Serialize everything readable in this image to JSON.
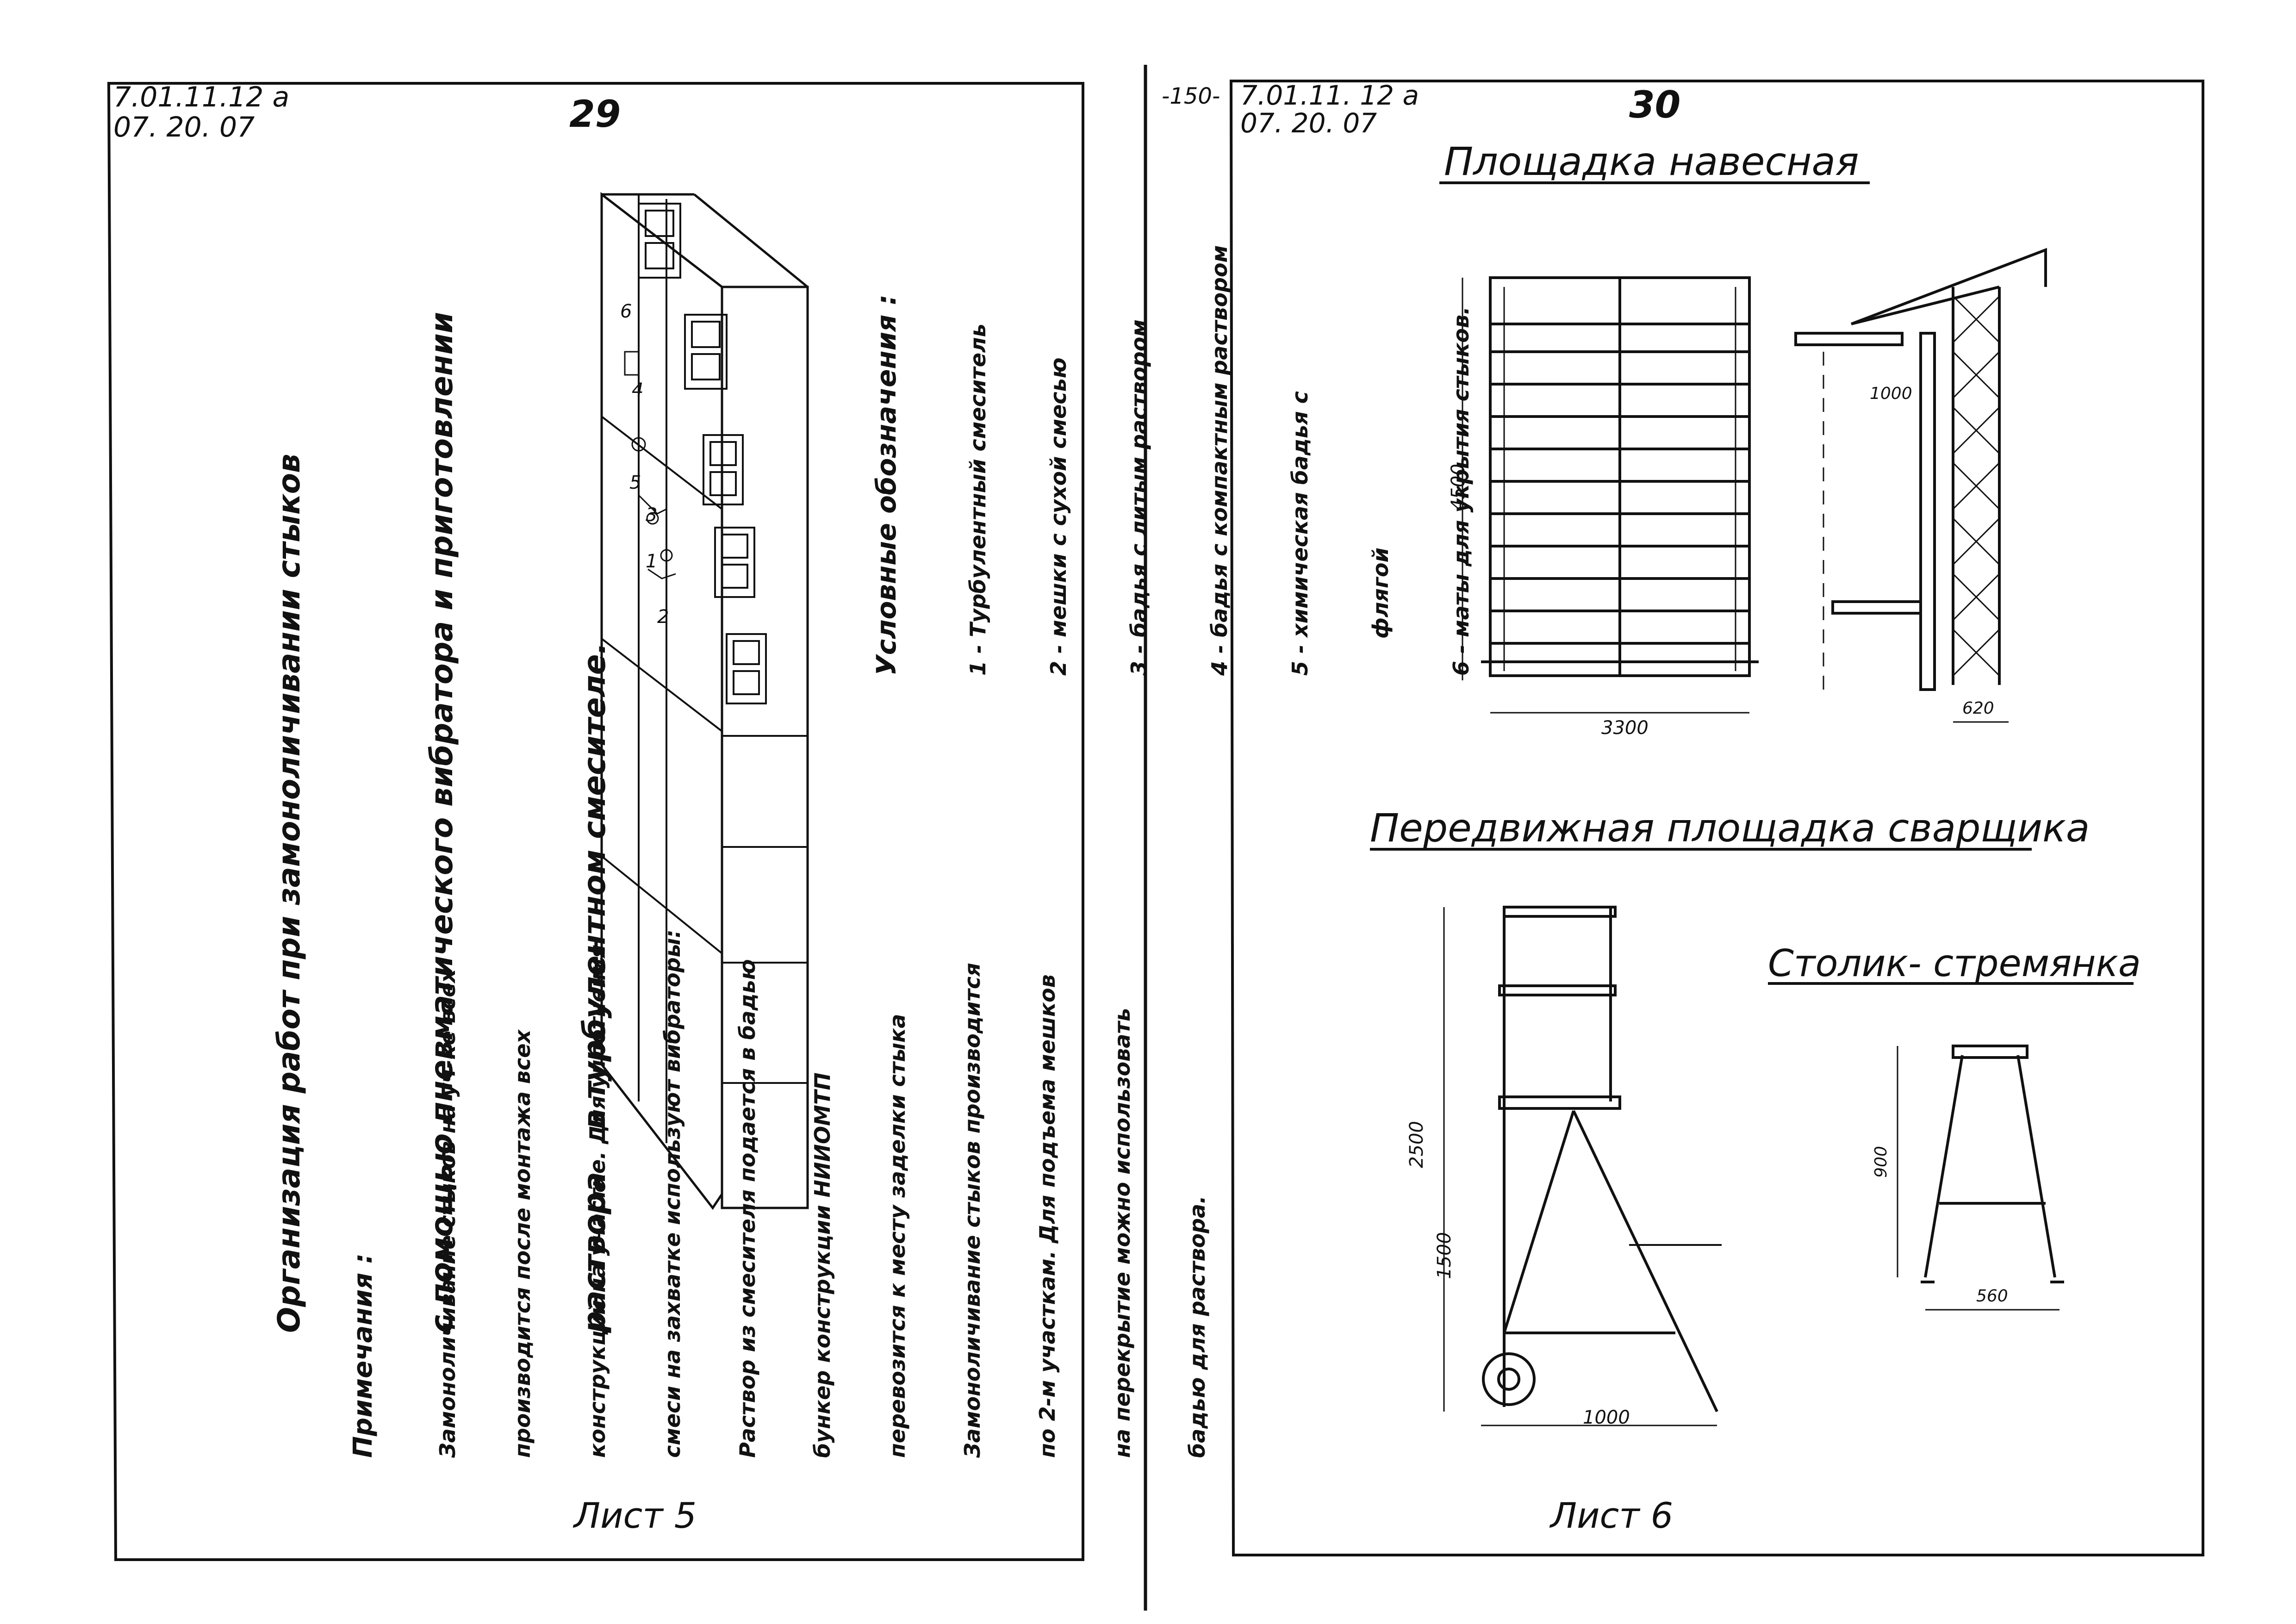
{
  "left_sheet": {
    "code_line1": "7.01.11.12 а",
    "code_line2": "07. 20. 07",
    "page_number": "29",
    "title_lines": [
      "Организация работ при замоноличивании стыков",
      "с помощью пневматического вибратора и приготовлении",
      "раствора    в турбулентном смесителе."
    ],
    "legend_title": "Условные обозначения :",
    "legend_items": [
      "1 - Турбулентный смеситель",
      "2 - мешки с сухой смесью",
      "3 - бадья с литым раствором",
      "4 - бадья с компактным раствором",
      "5 - химическая бадья с",
      "     флягой",
      "6 - маты для укрытия стыков."
    ],
    "notes_title": "Примечания :",
    "notes_lines": [
      "Замоноличивание стыков на уч-ке всех",
      "производится после монтажа всех",
      "конструкций на участке. Для уплотнения",
      "смеси на захватке используют вибраторы:",
      "Раствор из смесителя подается в бадью",
      "бункер конструкции НИИОМТП",
      "перевозится к месту заделки стыка",
      "Замоноличивание стыков производится",
      "по 2-м участкам. Для подъема мешков",
      "на перекрытие можно использовать",
      "бадью для раствора."
    ],
    "diagram_labels": [
      "6",
      "4",
      "5",
      "3",
      "1",
      "2"
    ],
    "sheet_label": "Лист 5"
  },
  "right_sheet": {
    "margin_number": "-150-",
    "code_line1": "7.01.11. 12 а",
    "code_line2": "07. 20. 07",
    "page_number": "30",
    "section1_title": "Площадка навесная",
    "section1_dims": {
      "height": "4500",
      "width": "3300",
      "inner": "1000",
      "side": "620"
    },
    "section2_title": "Передвижная площадка сварщика",
    "section2_dims": {
      "height_total": "2500",
      "height_lower": "1500",
      "base": "1000"
    },
    "section3_title": "Столик- стремянка",
    "section3_dims": {
      "height": "900",
      "base": "560"
    },
    "sheet_label": "Лист 6"
  }
}
